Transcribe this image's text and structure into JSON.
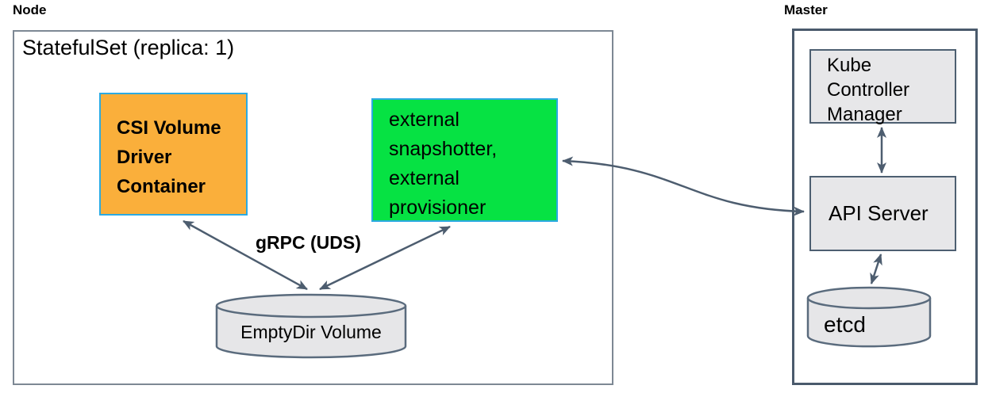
{
  "node": {
    "label": "Node",
    "statefulset_title": "StatefulSet (replica: 1)",
    "csi_driver_box": "CSI Volume\nDriver\nContainer",
    "sidecar_box": "external\nsnapshotter,\nexternal\nprovisioner",
    "grpc_label": "gRPC (UDS)",
    "emptydir_label": "EmptyDir Volume"
  },
  "master": {
    "label": "Master",
    "kube_controller_manager": "Kube\nController\nManager",
    "api_server": "API Server",
    "etcd": "etcd"
  },
  "colors": {
    "csi_box_fill": "#faaf3b",
    "sidecar_box_fill": "#06e243",
    "highlight_border": "#2baae2",
    "component_fill": "#e7e7e9",
    "component_border": "#4d5f71",
    "node_border": "#7d8894",
    "master_border": "#4a5a6c",
    "arrow": "#4d5d6f"
  }
}
